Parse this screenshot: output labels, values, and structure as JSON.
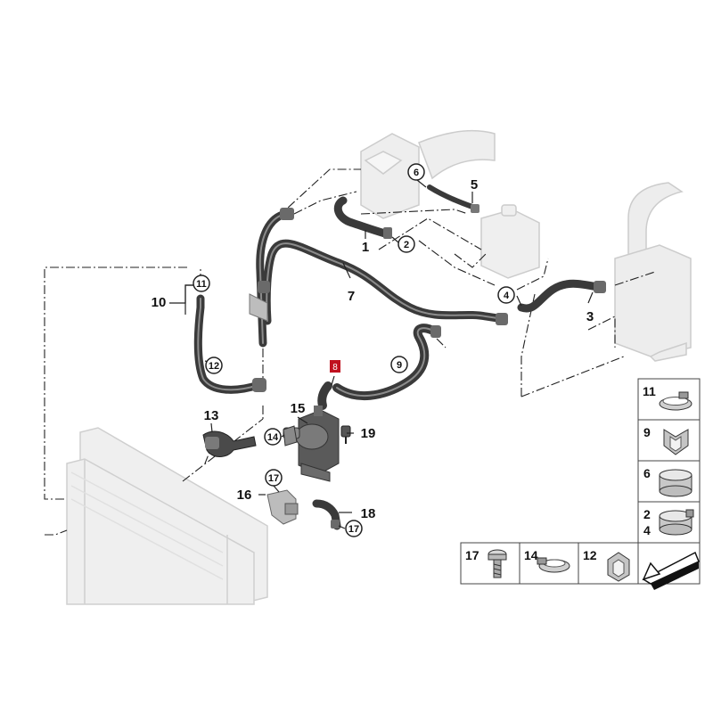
{
  "callouts": {
    "c1": "1",
    "c2": "2",
    "c3": "3",
    "c4": "4",
    "c5": "5",
    "c6": "6",
    "c7": "7",
    "c8": "8",
    "c9": "9",
    "c10": "10",
    "c11": "11",
    "c12": "12",
    "c13": "13",
    "c14": "14",
    "c15": "15",
    "c16": "16",
    "c17a": "17",
    "c17b": "17",
    "c18": "18",
    "c19": "19"
  },
  "legend": {
    "r11": "11",
    "r9": "9",
    "r6": "6",
    "r2": "2",
    "r4": "4",
    "b17": "17",
    "b14": "14",
    "b12": "12"
  },
  "colors": {
    "highlight": "#c0111f",
    "hose": "#3a3a3a",
    "ghost_part": "#d6d6d6",
    "leader": "#222222"
  }
}
